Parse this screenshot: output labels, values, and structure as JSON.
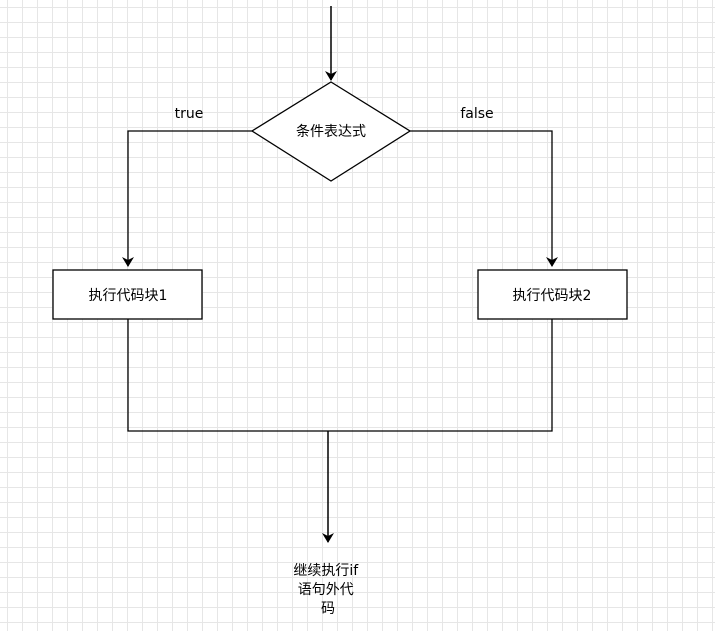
{
  "diagram": {
    "decision": {
      "label": "条件表达式"
    },
    "branch_true": {
      "label": "true"
    },
    "branch_false": {
      "label": "false"
    },
    "block1": {
      "label": "执行代码块1"
    },
    "block2": {
      "label": "执行代码块2"
    },
    "continue": {
      "lines": [
        "继续执行if",
        "语句外代",
        "码"
      ]
    }
  },
  "colors": {
    "stroke": "#000000",
    "fill": "#ffffff",
    "grid": "#e6e6e6"
  }
}
